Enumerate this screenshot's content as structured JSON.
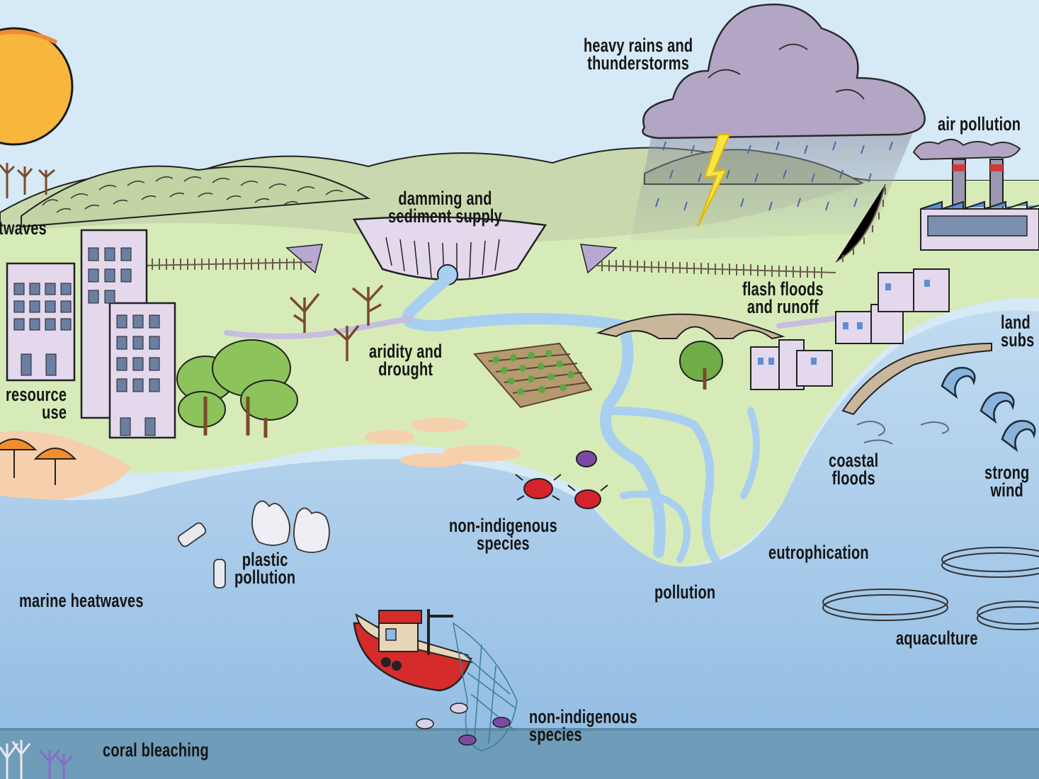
{
  "colors": {
    "sky": "#d6e9f6",
    "land": "#d7ebb9",
    "sea_shallow": "#bcd7ee",
    "sea_mid": "#a8cbe9",
    "sea_deep": "#9cc3e6",
    "seabed": "#6f9cb8",
    "river": "#a9cff0",
    "sun": "#f6b73c",
    "cloud": "#b3a6c4",
    "building": "#e3d8ec",
    "boat_hull": "#d52b2b",
    "crab": "#d4232c",
    "tree_canopy": "#8cc35a"
  },
  "icons": [
    "sun-icon",
    "storm-cloud-icon",
    "lightning-icon",
    "factory-icon",
    "dam-icon",
    "bridge-icon",
    "fishing-boat-icon",
    "fishing-net-icon",
    "crab-icon",
    "fish-icon",
    "plastic-bottle-icon",
    "plastic-bag-icon",
    "beach-umbrella-icon",
    "aquaculture-cage-icon",
    "wave-icon",
    "coral-icon",
    "dead-tree-icon",
    "skyscraper-icon",
    "house-icon",
    "crop-field-icon"
  ],
  "labels": {
    "heatwaves": [
      "twaves"
    ],
    "heavy_rains": [
      "heavy rains and",
      "thunderstorms"
    ],
    "air_pollution": [
      "air pollution"
    ],
    "damming": [
      "damming and",
      "sediment supply"
    ],
    "flash_floods": [
      "flash floods",
      "and runoff"
    ],
    "land_subsidence": [
      "land",
      "subs"
    ],
    "aridity": [
      "aridity and",
      "drought"
    ],
    "resource_use": [
      "resource",
      "use"
    ],
    "coastal_floods": [
      "coastal",
      "floods"
    ],
    "strong_wind": [
      "strong",
      "wind"
    ],
    "nis_land": [
      "non-indigenous",
      "species"
    ],
    "eutrophication": [
      "eutrophication"
    ],
    "plastic": [
      "plastic",
      "pollution"
    ],
    "marine_heatwaves": [
      "marine heatwaves"
    ],
    "pollution": [
      "pollution"
    ],
    "aquaculture": [
      "aquaculture"
    ],
    "nis_sea": [
      "non-indigenous",
      "species"
    ],
    "coral": [
      "coral bleaching"
    ]
  }
}
